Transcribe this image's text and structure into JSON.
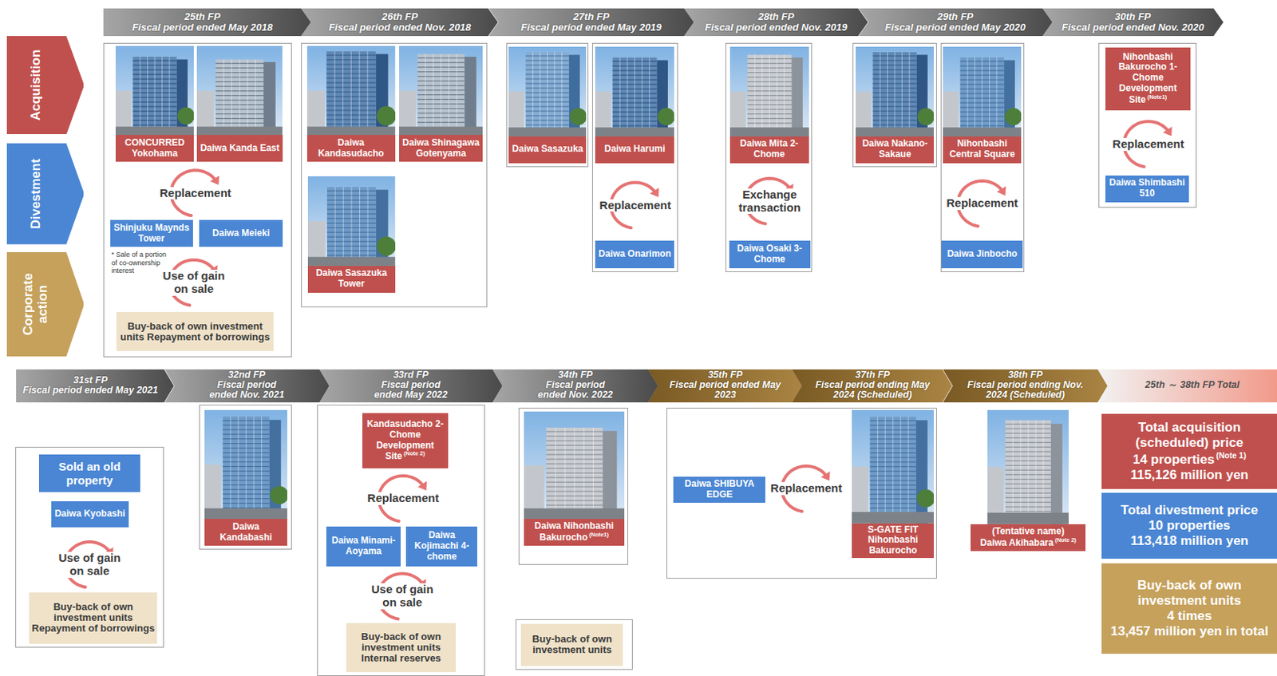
{
  "diagram": {
    "nodes": [
      {
        "text": [
          "25th FP",
          "Fiscal period ended May 2018"
        ]
      },
      {
        "text": [
          "26th FP",
          "Fiscal period ended Nov. 2018"
        ]
      },
      {
        "text": [
          "27th FP",
          "Fiscal period ended May 2019"
        ]
      },
      {
        "text": [
          "28th FP",
          "Fiscal period ended Nov. 2019"
        ]
      },
      {
        "text": [
          "29th FP",
          "Fiscal period ended May 2020"
        ]
      },
      {
        "text": [
          "30th FP",
          "Fiscal period ended Nov. 2020"
        ]
      },
      {
        "text": [
          "Acquisition"
        ]
      },
      {
        "text": [
          "Divestment"
        ]
      },
      {
        "text": [
          "Corporate action"
        ]
      },
      {
        "text": []
      },
      {
        "text": [
          "CONCURRED Yokohama"
        ],
        "in": 9
      },
      {
        "text": [
          "Daiwa Kanda East"
        ],
        "in": 9
      },
      {
        "text": [
          "Shinjuku Maynds Tower"
        ],
        "in": 9
      },
      {
        "text": [
          "Daiwa Meieki"
        ],
        "in": 9
      },
      {
        "text": [
          "Buy-back of own investment units Repayment of borrowings"
        ],
        "in": 9
      },
      {
        "text": []
      },
      {
        "text": [
          "Daiwa Kandasudacho"
        ],
        "in": 15
      },
      {
        "text": [
          "Daiwa Shinagawa Gotenyama"
        ],
        "in": 15
      },
      {
        "text": [
          "Daiwa Sasazuka Tower"
        ],
        "in": 15
      },
      {
        "text": []
      },
      {
        "text": [
          "Daiwa Sasazuka"
        ],
        "in": 19
      },
      {
        "text": []
      },
      {
        "text": [
          "Daiwa Harumi"
        ],
        "in": 21
      },
      {
        "text": [
          "Daiwa Onarimon"
        ],
        "in": 21
      },
      {
        "text": []
      },
      {
        "text": [
          "Daiwa Mita 2-Chome"
        ],
        "in": 24
      },
      {
        "text": [
          "Daiwa Osaki 3-Chome"
        ],
        "in": 24
      },
      {
        "text": []
      },
      {
        "text": [
          "Daiwa Nakano-Sakaue"
        ],
        "in": 27
      },
      {
        "text": []
      },
      {
        "text": [
          "Nihonbashi Central Square"
        ],
        "in": 29
      },
      {
        "text": [
          "Daiwa Jinbocho"
        ],
        "in": 29
      },
      {
        "text": []
      },
      {
        "text": [
          "Nihonbashi Bakurocho 1-Chome Development Site",
          "(Note1)"
        ],
        "in": 32
      },
      {
        "text": [
          "Daiwa Shimbashi 510"
        ],
        "in": 32
      },
      {
        "text": [
          "31st FP",
          "Fiscal period ended May 2021"
        ]
      },
      {
        "text": [
          "32nd FP",
          "Fiscal period ended Nov. 2021"
        ]
      },
      {
        "text": [
          "33rd FP",
          "Fiscal period ended May 2022"
        ]
      },
      {
        "text": [
          "34th FP",
          "Fiscal period ended Nov. 2022"
        ]
      },
      {
        "text": [
          "35th FP",
          "Fiscal period ended May 2023"
        ]
      },
      {
        "text": [
          "37th FP",
          "Fiscal period ending May 2024 (Scheduled)"
        ]
      },
      {
        "text": [
          "38th FP",
          "Fiscal period ending Nov. 2024 (Scheduled)"
        ]
      },
      {
        "text": [
          "25th ～ 38th FP Total"
        ]
      },
      {
        "text": []
      },
      {
        "text": [
          "Sold an old property"
        ],
        "in": 43
      },
      {
        "text": [
          "Daiwa Kyobashi"
        ],
        "in": 43
      },
      {
        "text": [
          "Buy-back of own investment units Repayment of borrowings"
        ],
        "in": 43
      },
      {
        "text": []
      },
      {
        "text": [
          "Daiwa Kandabashi"
        ],
        "in": 47
      },
      {
        "text": []
      },
      {
        "text": [
          "Kandasudacho 2-Chome Development Site",
          "(Note 2)"
        ],
        "in": 49
      },
      {
        "text": [
          "Daiwa Minami-Aoyama"
        ],
        "in": 49
      },
      {
        "text": [
          "Daiwa Kojimachi 4-chome"
        ],
        "in": 49
      },
      {
        "text": [
          "Buy-back of own investment units Internal reserves"
        ],
        "in": 49
      },
      {
        "text": []
      },
      {
        "text": [
          "Daiwa Nihonbashi Bakurocho",
          "(Note1)"
        ],
        "in": 54
      },
      {
        "text": []
      },
      {
        "text": [
          "Buy-back of own investment units"
        ],
        "in": 56
      },
      {
        "text": []
      },
      {
        "text": [
          "Daiwa SHIBUYA EDGE"
        ],
        "in": 58
      },
      {
        "text": [
          "S-GATE FIT Nihonbashi Bakurocho"
        ],
        "in": 58
      },
      {
        "text": [
          "(Tentative name) Daiwa Akihabara",
          "(Note 2)"
        ]
      },
      {
        "text": [
          "Total acquisition (scheduled) price",
          "14 properties",
          "(Note 1)",
          "115,126 million yen"
        ]
      },
      {
        "text": [
          "Total divestment price",
          "10 properties",
          "113,418 million yen"
        ]
      },
      {
        "text": [
          "Buy-back of own investment units",
          "4 times",
          "13,457 million yen in total"
        ]
      }
    ],
    "labels": [
      "Replacement",
      "* Sale of a portion of co-ownership interest",
      "Use of gain on sale",
      "Replacement",
      "Exchange transaction",
      "Replacement",
      "Replacement",
      "Use of gain on sale",
      "Replacement",
      "Use of gain on sale",
      "Replacement"
    ]
  }
}
